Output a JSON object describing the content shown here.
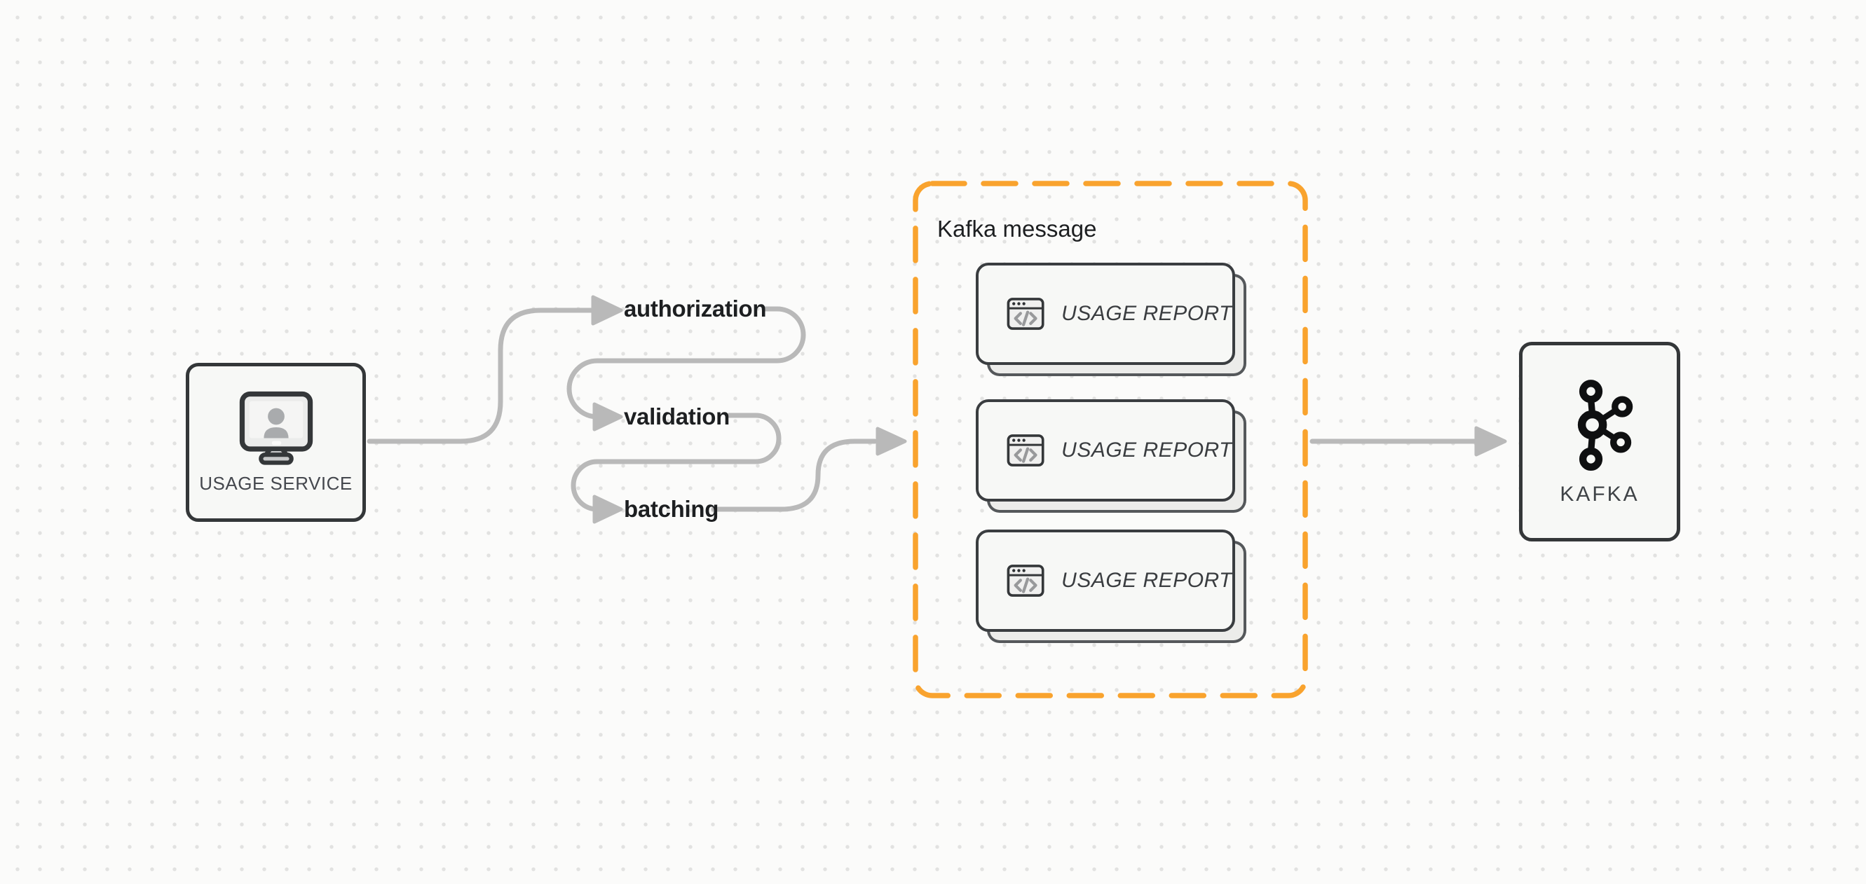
{
  "diagram": {
    "usage_service": {
      "label": "USAGE SERVICE",
      "icon": "monitor-user-icon"
    },
    "pipeline_steps": [
      {
        "label": "authorization"
      },
      {
        "label": "validation"
      },
      {
        "label": "batching"
      }
    ],
    "kafka_message_group": {
      "title": "Kafka message",
      "cards": [
        {
          "label": "USAGE REPORT",
          "icon": "code-window-icon"
        },
        {
          "label": "USAGE REPORT",
          "icon": "code-window-icon"
        },
        {
          "label": "USAGE REPORT",
          "icon": "code-window-icon"
        }
      ]
    },
    "kafka": {
      "label": "KAFKA",
      "icon": "kafka-logo-icon"
    },
    "colors": {
      "group_dashed_border": "#F9A32E",
      "connector_gray": "#B9B9B9",
      "node_border": "#343739",
      "node_fill": "#F7F8F6",
      "card_shadow_fill": "#ECECEA",
      "text_primary": "#1D1F21",
      "text_secondary": "#45484E",
      "background": "#FBFBFA",
      "grid_dot": "#E2E2E1"
    }
  }
}
